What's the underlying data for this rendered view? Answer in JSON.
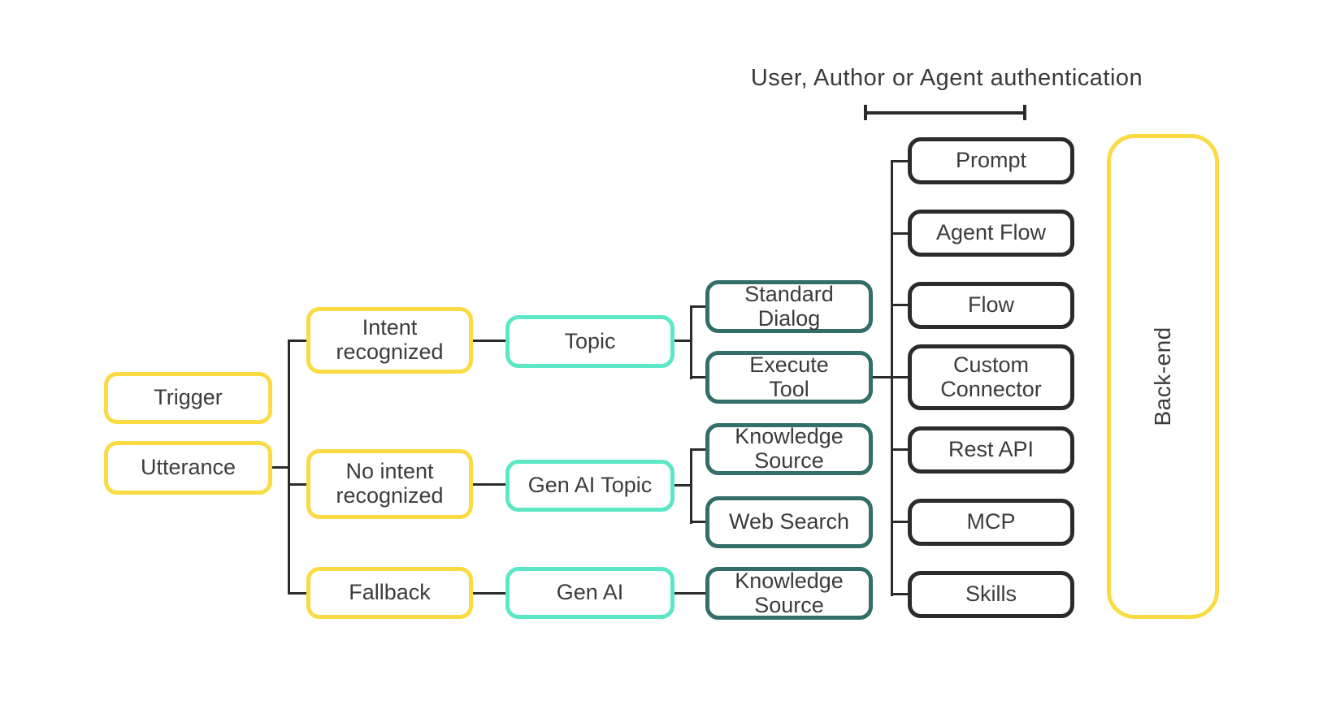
{
  "title": "User, Author or Agent authentication",
  "colors": {
    "yellow": "#fbdb44",
    "mint": "#5ce8c6",
    "dark_teal": "#336e68",
    "line_black": "#2b2b2b"
  },
  "nodes": {
    "trigger": {
      "label": "Trigger"
    },
    "utterance": {
      "label": "Utterance"
    },
    "intent_recognized": {
      "label": "Intent recognized"
    },
    "no_intent": {
      "label": "No intent recognized"
    },
    "fallback": {
      "label": "Fallback"
    },
    "topic": {
      "label": "Topic"
    },
    "gen_ai_topic": {
      "label": "Gen AI Topic"
    },
    "gen_ai": {
      "label": "Gen AI"
    },
    "standard_dialog": {
      "label": "Standard Dialog"
    },
    "execute_tool": {
      "label": "Execute Tool"
    },
    "knowledge_source_1": {
      "label": "Knowledge Source"
    },
    "web_search": {
      "label": "Web Search"
    },
    "knowledge_source_2": {
      "label": "Knowledge Source"
    },
    "prompt": {
      "label": "Prompt"
    },
    "agent_flow": {
      "label": "Agent Flow"
    },
    "flow": {
      "label": "Flow"
    },
    "custom_connector": {
      "label": "Custom Connector"
    },
    "rest_api": {
      "label": "Rest API"
    },
    "mcp": {
      "label": "MCP"
    },
    "skills": {
      "label": "Skills"
    },
    "backend": {
      "label": "Back-end"
    }
  }
}
